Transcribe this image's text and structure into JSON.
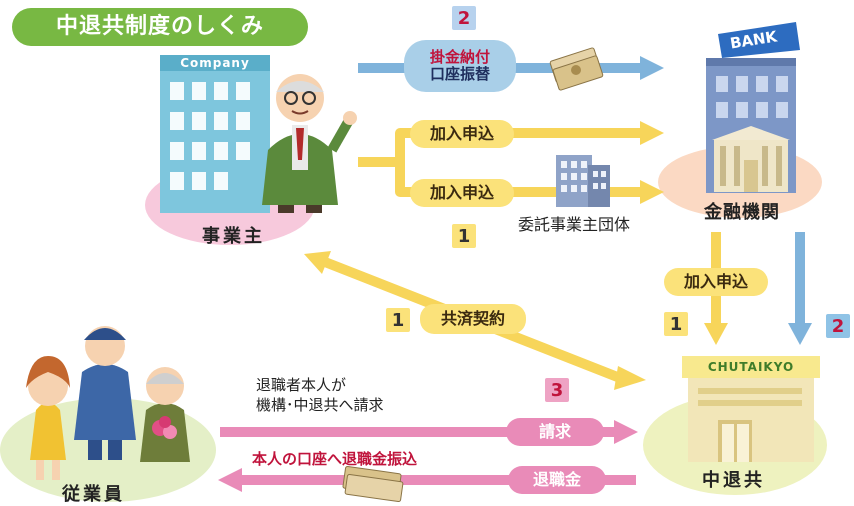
{
  "title": "中退共制度のしくみ",
  "nodes": {
    "employer": "事業主",
    "employer_sign": "Company",
    "bank": "金融機関",
    "bank_sign": "BANK",
    "chutaikyo": "中退共",
    "chutaikyo_sign": "CHUTAIKYO",
    "employees": "従業員",
    "delegated": "委託事業主団体"
  },
  "flows": {
    "payment_num": "2",
    "payment_line1": "掛金納付",
    "payment_line2": "口座振替",
    "apply_top": "加入申込",
    "apply_mid": "加入申込",
    "apply_num": "1",
    "apply_bank": "加入申込",
    "apply_bank_num": "1",
    "bank_transfer_num": "2",
    "contract_num": "1",
    "contract": "共済契約",
    "claim_note_line1": "退職者本人が",
    "claim_note_line2": "機構･中退共へ請求",
    "claim_num": "3",
    "claim": "請求",
    "payout_note": "本人の口座へ退職金振込",
    "payout": "退職金"
  },
  "colors": {
    "title_bg": "#78b843",
    "apply_arrow": "#f7d55a",
    "payment_arrow": "#7fb3db",
    "claim_arrow": "#e98bb8",
    "highlight_text": "#c0143c"
  }
}
